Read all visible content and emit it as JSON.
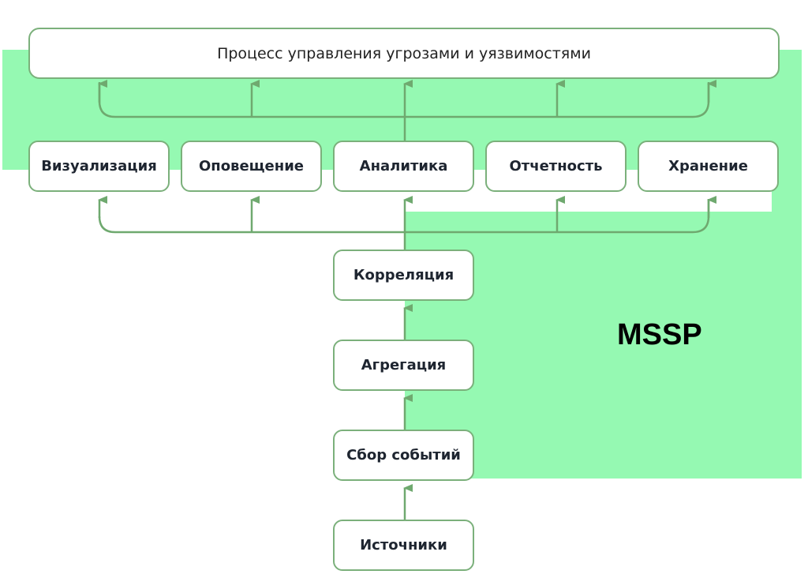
{
  "diagram": {
    "top_process": "Процесс управления угрозами и уязвимостями",
    "functions": [
      "Визуализация",
      "Оповещение",
      "Аналитика",
      "Отчетность",
      "Хранение"
    ],
    "pipeline": [
      "Корреляция",
      "Агрегация",
      "Сбор событий",
      "Источники"
    ],
    "region_label": "MSSP",
    "colors": {
      "region_fill": "#95f9b2",
      "connector": "#6fa96f",
      "box_border": "#7bb07b"
    }
  }
}
